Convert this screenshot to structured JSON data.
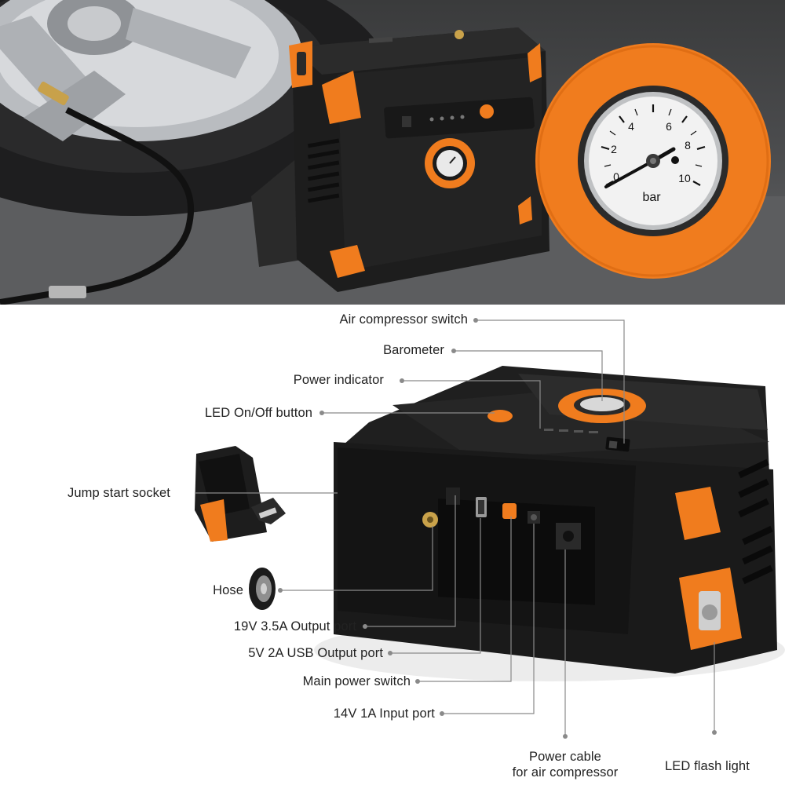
{
  "gauge": {
    "unit": "bar",
    "ticks": [
      "0",
      "2",
      "4",
      "6",
      "8",
      "10"
    ]
  },
  "callouts": {
    "air_compressor_switch": "Air compressor switch",
    "barometer": "Barometer",
    "power_indicator": "Power indicator",
    "led_button": "LED On/Off button",
    "jump_start_socket": "Jump start socket",
    "hose": "Hose",
    "output_19v": "19V 3.5A Output port",
    "usb_5v": "5V 2A USB Output port",
    "main_power_switch": "Main power switch",
    "input_14v": "14V 1A Input port",
    "power_cable_line1": "Power cable",
    "power_cable_line2": "for air compressor",
    "led_flash_light": "LED flash light"
  },
  "colors": {
    "accent_orange": "#f07c1e",
    "body_black": "#1c1c1c",
    "leader_gray": "#8a8a8a"
  }
}
